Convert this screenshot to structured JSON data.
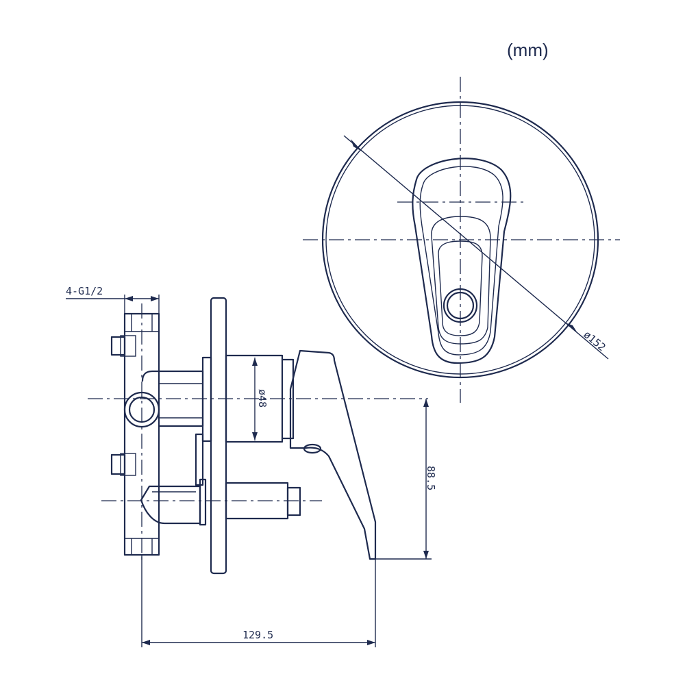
{
  "units_label": "(mm)",
  "dimensions": {
    "thread": "4-G1/2",
    "plate_diameter": "ø152",
    "body_diameter": "ø48",
    "handle_drop": "88.5",
    "overall_depth": "129.5"
  },
  "colors": {
    "line": "#1e2a4e",
    "background": "#ffffff"
  }
}
